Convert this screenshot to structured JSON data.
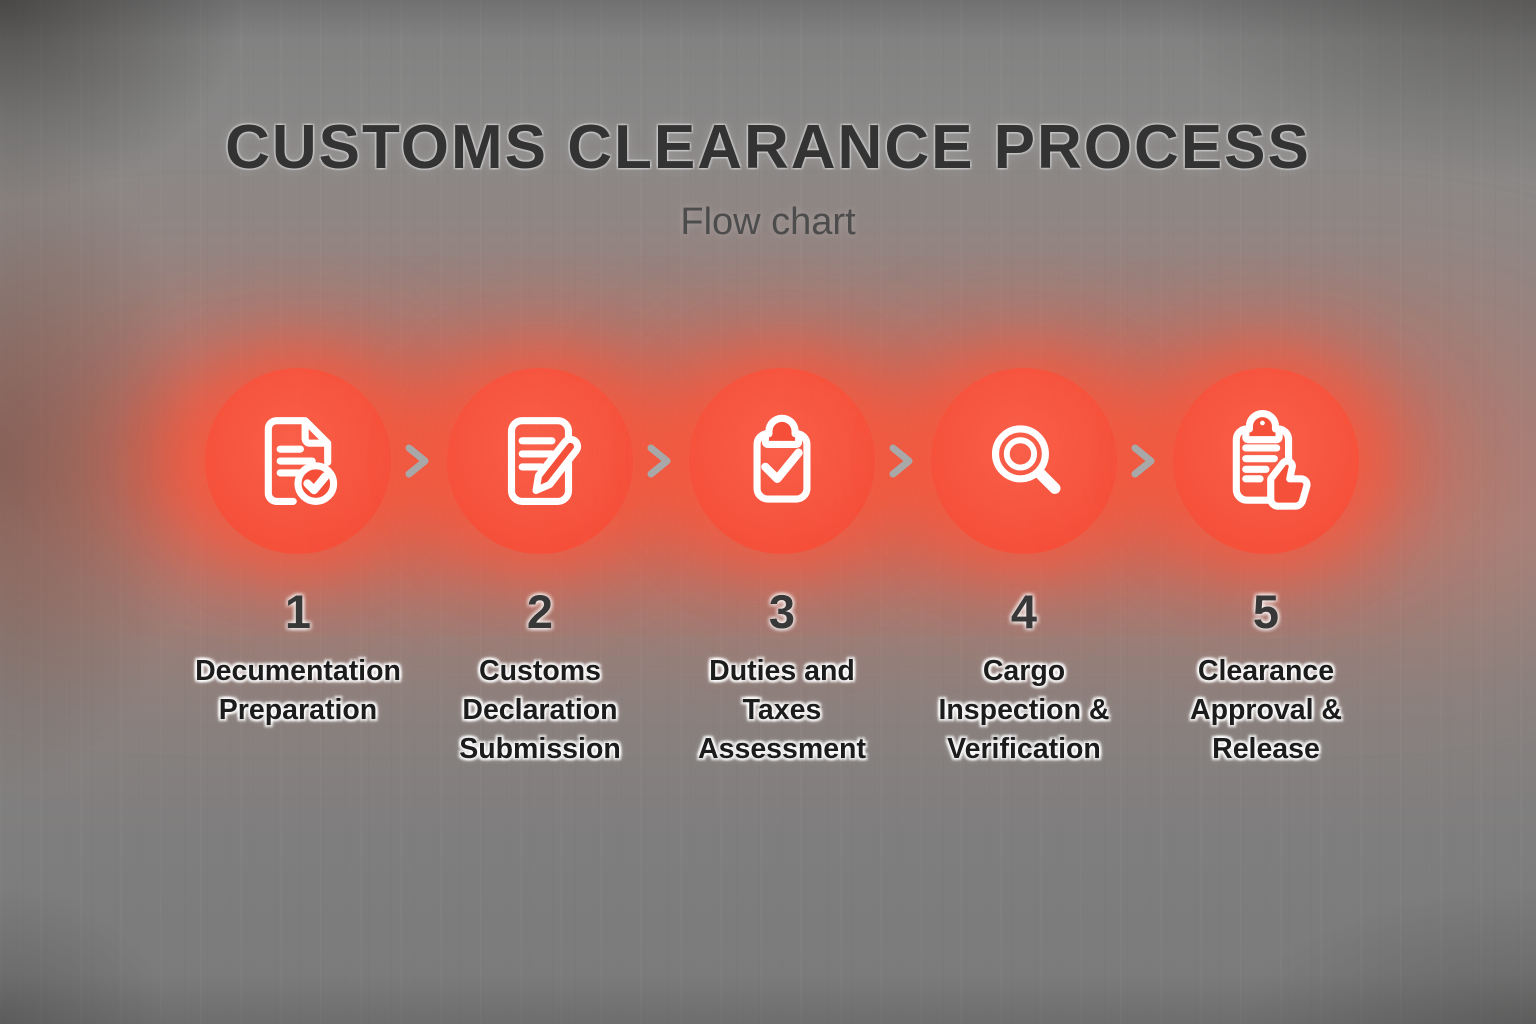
{
  "header": {
    "title": "CUSTOMS CLEARANCE PROCESS",
    "subtitle": "Flow chart"
  },
  "process": {
    "steps": [
      {
        "number": "1",
        "label": "Decumentation\nPreparation",
        "icon": "document-check-icon"
      },
      {
        "number": "2",
        "label": "Customs\nDeclaration\nSubmission",
        "icon": "document-edit-icon"
      },
      {
        "number": "3",
        "label": "Duties and\nTaxes\nAssessment",
        "icon": "clipboard-check-icon"
      },
      {
        "number": "4",
        "label": "Cargo\nInspection &\nVerification",
        "icon": "magnifier-search-icon"
      },
      {
        "number": "5",
        "label": "Clearance\nApproval &\nRelease",
        "icon": "clipboard-thumbs-up-icon"
      }
    ],
    "connector_icon": "chevron-right-icon"
  },
  "colors": {
    "step_circle": "#f5503a",
    "glow": "#f8583e",
    "connector": "#a8a8a8",
    "title_text": "#333333",
    "subtitle_text": "#4c4c4c",
    "label_text": "#1c1c1c",
    "number_text": "#383838",
    "icon_stroke": "#ffffff",
    "background_gray": "#838383"
  }
}
